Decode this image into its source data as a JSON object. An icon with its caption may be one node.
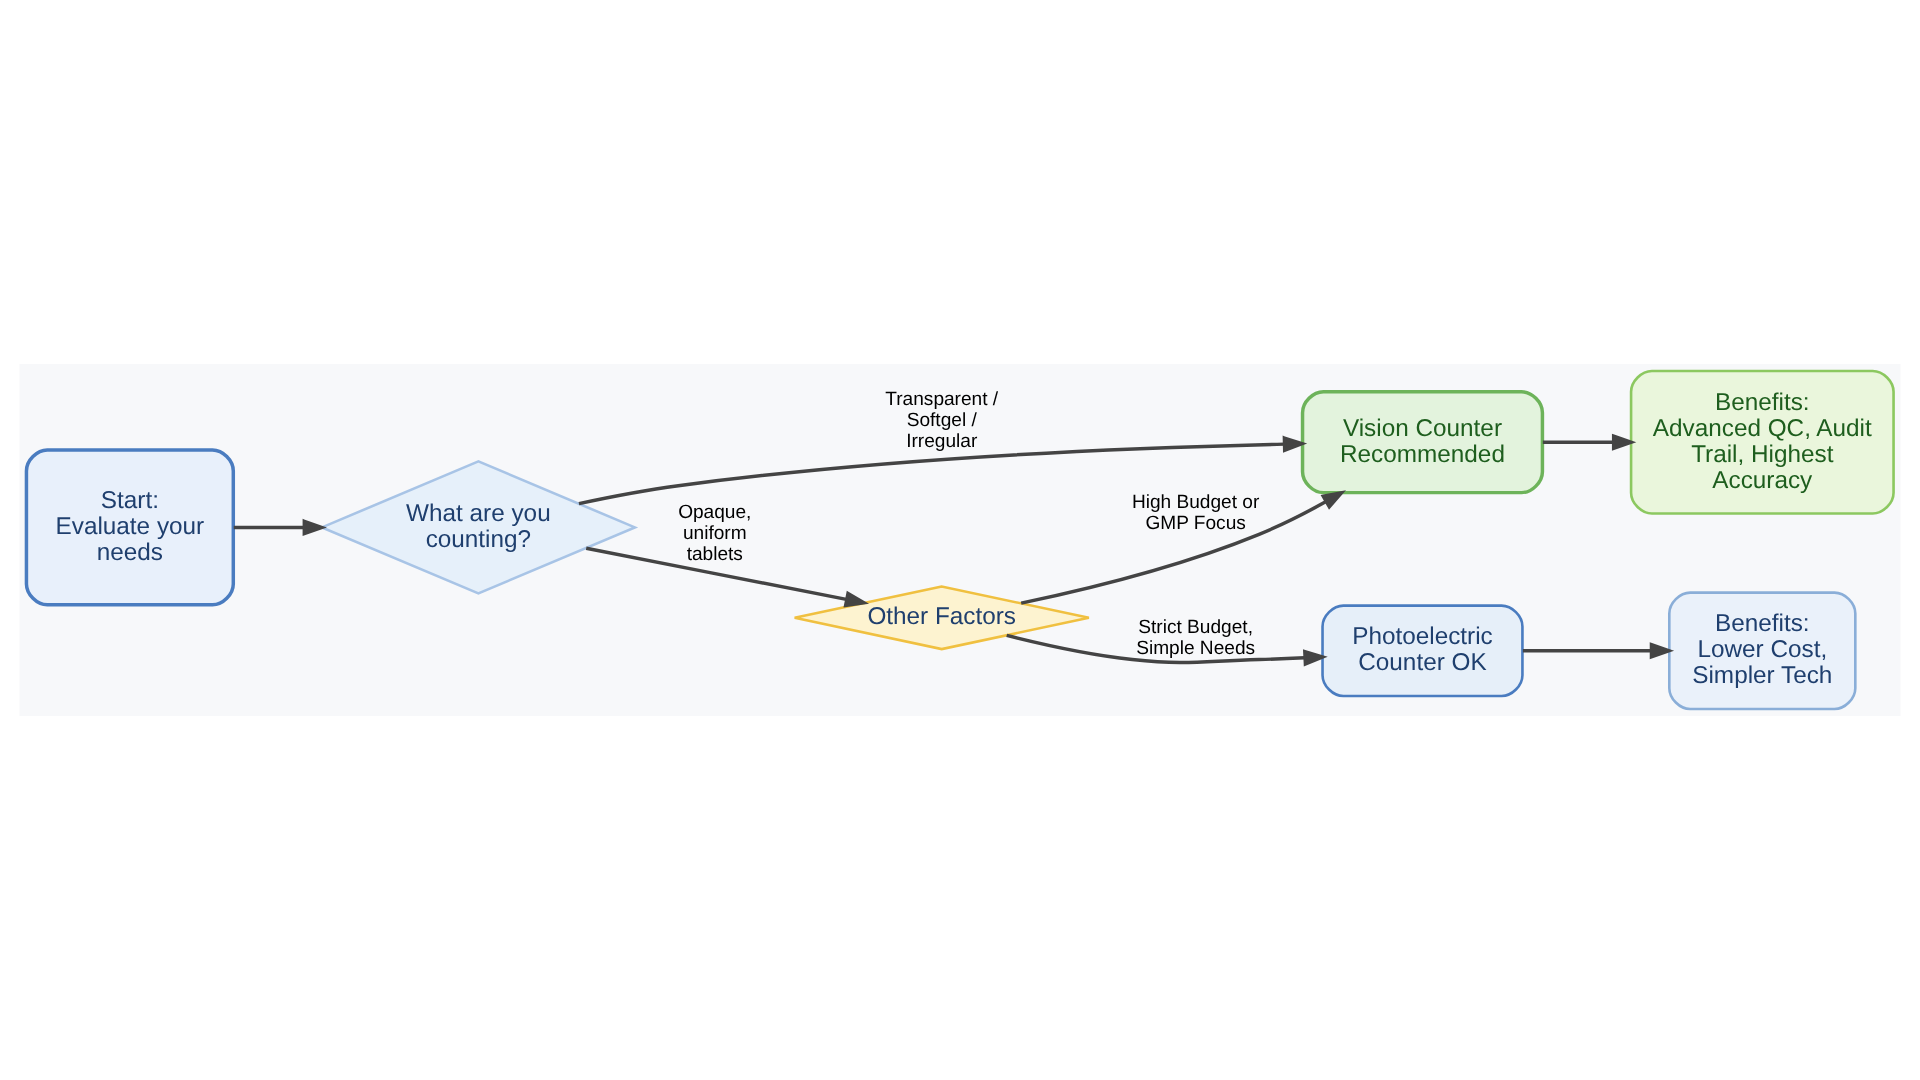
{
  "diagram": {
    "nodes": [
      {
        "text": [
          "Start:",
          "Evaluate your needs"
        ]
      },
      {
        "text": [
          "What are you counting?"
        ]
      },
      {
        "text": [
          "Vision Counter Recommended"
        ]
      },
      {
        "text": [
          "Benefits:",
          "Advanced QC, Audit Trail, Highest Accuracy"
        ]
      },
      {
        "text": [
          "Other Factors"
        ]
      },
      {
        "text": [
          "Photoelectric Counter OK"
        ]
      },
      {
        "text": [
          "Benefits:",
          "Lower Cost, Simpler Tech"
        ]
      }
    ],
    "edges": [
      {
        "from": 0,
        "to": 1,
        "arrow": "to"
      },
      {
        "from": 1,
        "to": 2,
        "arrow": "to",
        "label": "Transparent / Softgel / Irregular"
      },
      {
        "from": 1,
        "to": 4,
        "arrow": "to",
        "label": "Opaque, uniform tablets"
      },
      {
        "from": 4,
        "to": 2,
        "arrow": "to",
        "label": "High Budget or GMP Focus"
      },
      {
        "from": 4,
        "to": 5,
        "arrow": "to",
        "label": "Strict Budget, Simple Needs"
      },
      {
        "from": 2,
        "to": 3,
        "arrow": "to"
      },
      {
        "from": 5,
        "to": 6,
        "arrow": "to"
      }
    ]
  }
}
